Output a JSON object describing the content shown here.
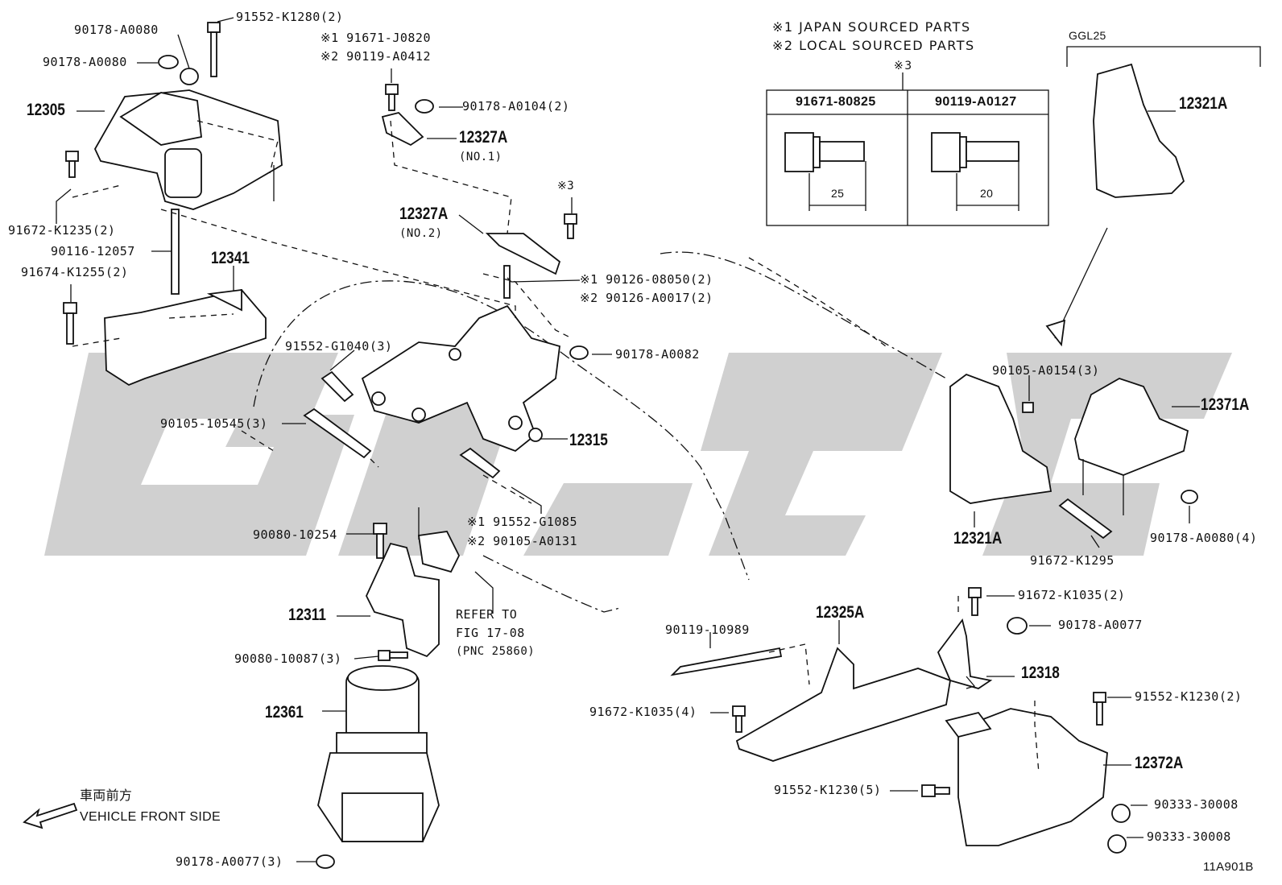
{
  "notes": {
    "japan": "※1 JAPAN SOURCED PARTS",
    "local": "※2 LOCAL SOURCED PARTS",
    "mark3": "※3"
  },
  "table": {
    "col1_header": "91671-80825",
    "col2_header": "90119-A0127",
    "col1_dim": "25",
    "col2_dim": "20"
  },
  "model_label": "GGL25",
  "labels": {
    "p90178_A0080_top": "90178-A0080",
    "p90178_A0080_2nd": "90178-A0080",
    "p91552_K1280": "91552-K1280(2)",
    "p91671_J0820": "※1 91671-J0820",
    "p90119_A0412": "※2 90119-A0412",
    "p90178_A0104": "90178-A0104(2)",
    "p12305": "12305",
    "p12327A_1": "12327A",
    "p12327A_1_sub": "(NO.1)",
    "p91672_K1235": "91672-K1235(2)",
    "p90116_12057": "90116-12057",
    "p91674_K1255": "91674-K1255(2)",
    "p12341": "12341",
    "p12327A_2": "12327A",
    "p12327A_2_sub": "(NO.2)",
    "mark3_bolt": "※3",
    "p90126_08050": "※1 90126-08050(2)",
    "p90126_A0017": "※2 90126-A0017(2)",
    "p91552_G1040": "91552-G1040(3)",
    "p90178_A0082": "90178-A0082",
    "p90105_10545": "90105-10545(3)",
    "p12315": "12315",
    "p91552_G1085": "※1 91552-G1085",
    "p90105_A0131": "※2 90105-A0131",
    "p90080_10254": "90080-10254",
    "p12311": "12311",
    "refer_1": "REFER TO",
    "refer_2": "FIG 17-08",
    "refer_3": "(PNC 25860)",
    "p90080_10087": "90080-10087(3)",
    "p12361": "12361",
    "front_jp": "車両前方",
    "front_en": "VEHICLE FRONT SIDE",
    "p90178_A0077_3": "90178-A0077(3)",
    "p12321A_top": "12321A",
    "p90105_A0154": "90105-A0154(3)",
    "p12371A": "12371A",
    "p12321A_low": "12321A",
    "p91672_K1295": "91672-K1295",
    "p90178_A0080_4": "90178-A0080(4)",
    "p91672_K1035_2": "91672-K1035(2)",
    "p90178_A0077": "90178-A0077",
    "p12325A": "12325A",
    "p90119_10989": "90119-10989",
    "p12318": "12318",
    "p91672_K1035_4": "91672-K1035(4)",
    "p91552_K1230_2": "91552-K1230(2)",
    "p12372A": "12372A",
    "p91552_K1230_5": "91552-K1230(5)",
    "p90333_30008_a": "90333-30008",
    "p90333_30008_b": "90333-30008",
    "figure_code": "11A901B"
  },
  "colors": {
    "line": "#111111",
    "watermark": "#c8c8c8",
    "background": "#ffffff"
  }
}
